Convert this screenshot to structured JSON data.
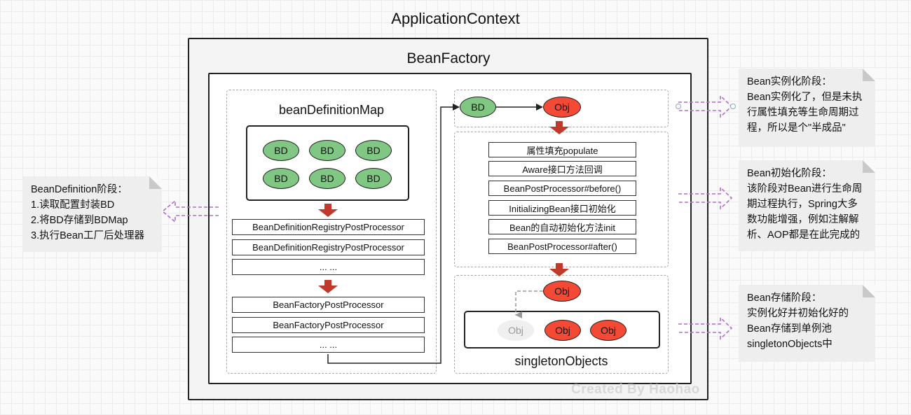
{
  "application_context": {
    "title": "ApplicationContext"
  },
  "bean_factory": {
    "title": "BeanFactory"
  },
  "bd_map": {
    "title": "beanDefinitionMap",
    "bd_labels": [
      "BD",
      "BD",
      "BD",
      "BD",
      "BD",
      "BD"
    ]
  },
  "bfpp_list": {
    "registry": [
      "BeanDefinitionRegistryPostProcessor",
      "BeanDefinitionRegistryPostProcessor",
      "... ..."
    ],
    "factory": [
      "BeanFactoryPostProcessor",
      "BeanFactoryPostProcessor",
      "... ..."
    ]
  },
  "instantiate": {
    "bd_label": "BD",
    "obj_label": "Obj"
  },
  "lifecycle_steps": [
    "属性填充populate",
    "Aware接口方法回调",
    "BeanPostProcessor#before()",
    "InitializingBean接口初始化",
    "Bean的自动初始化方法init",
    "BeanPostProcessor#after()"
  ],
  "singleton": {
    "incoming_obj": "Obj",
    "objs": [
      "Obj",
      "Obj",
      "Obj"
    ],
    "title": "singletonObjects"
  },
  "notes": {
    "bean_definition": [
      "BeanDefinition阶段：",
      "1.读取配置封装BD",
      "2.将BD存储到BDMap",
      "3.执行Bean工厂后处理器"
    ],
    "instantiation": [
      "Bean实例化阶段：",
      "Bean实例化了，但是未执",
      "行属性填充等生命周期过",
      "程，所以是个\"半成品\""
    ],
    "initialization": [
      "Bean初始化阶段：",
      "该阶段对Bean进行生命周",
      "期过程执行，Spring大多",
      "数功能增强，例如注解解",
      "析、AOP都是在此完成的"
    ],
    "storage": [
      "Bean存储阶段：",
      "实例化好并初始化好的",
      "Bean存储到单例池",
      "singletonObjects中"
    ]
  },
  "watermark": "Created By Haohao",
  "colors": {
    "bd_fill": "#81c784",
    "obj_fill": "#f44a35",
    "flow_arrow": "#c0392b",
    "phase_arrow": "#b06fc4",
    "note_fill": "#eeeeee"
  }
}
